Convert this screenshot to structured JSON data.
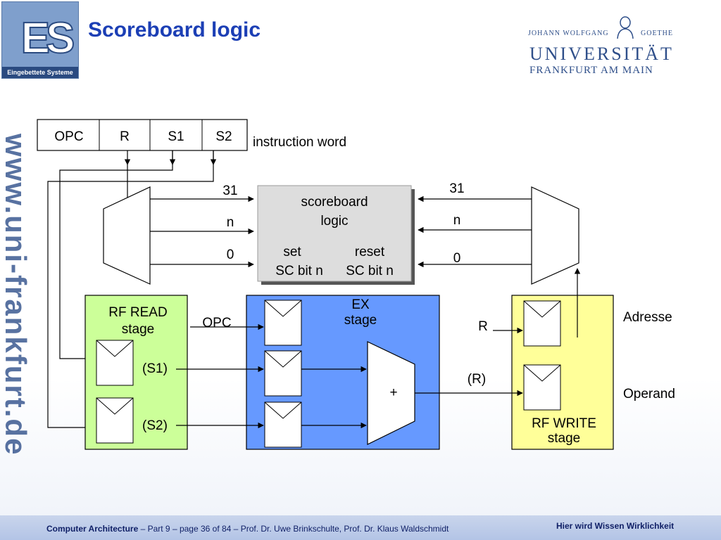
{
  "slide": {
    "title": "Scoreboard logic",
    "logo": {
      "letters": "ES",
      "caption": "Eingebettete Systeme"
    },
    "university": {
      "line1": "JOHANN WOLFGANG",
      "line1b": "GOETHE",
      "line2": "UNIVERSITÄT",
      "line3": "FRANKFURT AM MAIN"
    },
    "watermark": "www.uni-frankfurt.de",
    "footer": {
      "course": "Computer Architecture",
      "rest": " – Part 9 – page 36 of 84 – Prof. Dr. Uwe Brinkschulte, Prof. Dr. Klaus Waldschmidt",
      "slogan": "Hier wird Wissen Wirklichkeit"
    }
  },
  "diagram": {
    "instruction_fields": [
      "OPC",
      "R",
      "S1",
      "S2"
    ],
    "instruction_label": "instruction word",
    "left_mux_labels": [
      "31",
      "n",
      "0"
    ],
    "right_mux_labels": [
      "31",
      "n",
      "0"
    ],
    "scoreboard": {
      "line1": "scoreboard",
      "line2": "logic",
      "set1": "set",
      "set2": "SC bit n",
      "reset1": "reset",
      "reset2": "SC bit n"
    },
    "rf_read": {
      "line1": "RF READ",
      "line2": "stage",
      "s1": "(S1)",
      "s2": "(S2)"
    },
    "ex": {
      "line1": "EX",
      "line2": "stage",
      "opc": "OPC",
      "alu": "+"
    },
    "rf_write": {
      "line1": "RF WRITE",
      "line2": "stage",
      "r": "R",
      "result": "(R)"
    },
    "side_labels": {
      "adresse": "Adresse",
      "operand": "Operand"
    },
    "colors": {
      "rf_read": "#ccff99",
      "ex": "#6699ff",
      "rf_write": "#ffff99",
      "scoreboard": "#dddddd"
    }
  }
}
